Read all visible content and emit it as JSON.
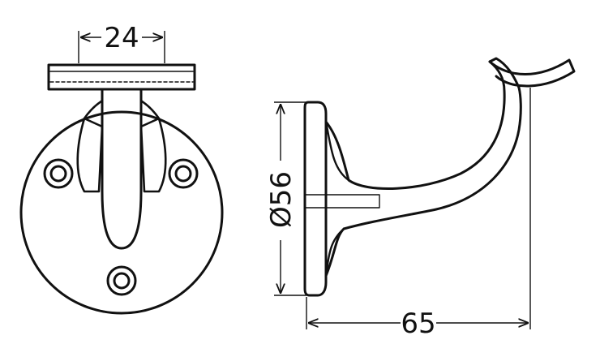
{
  "dimensions": {
    "bracket_width": "24",
    "plate_diameter": "Ø56",
    "projection": "65"
  },
  "colors": {
    "line": "#111111",
    "background": "#ffffff"
  }
}
